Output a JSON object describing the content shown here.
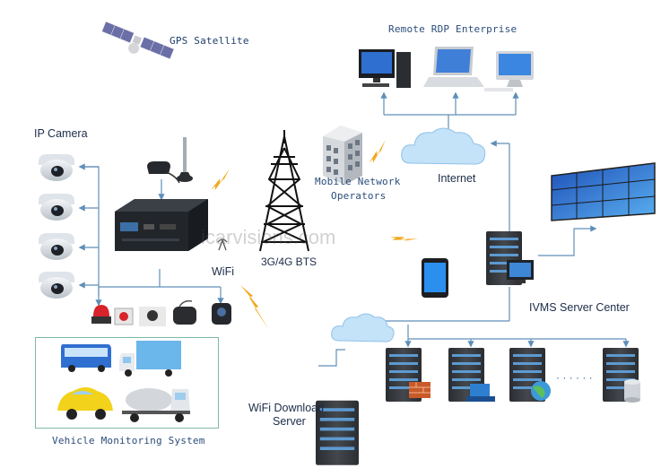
{
  "labels": {
    "gps_satellite": "GPS Satellite",
    "remote_rdp": "Remote RDP Enterprise",
    "ip_camera": "IP Camera",
    "mobile_network_1": "Mobile Network",
    "mobile_network_2": "Operators",
    "internet": "Internet",
    "bts": "3G/4G  BTS",
    "wifi": "WiFi",
    "ivms": "IVMS  Server Center",
    "wifi_download_1": "WiFi Download",
    "wifi_download_2": "Server",
    "vehicle_monitoring": "Vehicle Monitoring System",
    "watermark": "icarvisions.com",
    "ellipsis": "· · · · · ·"
  },
  "colors": {
    "line": "#5f8fb8",
    "lightning": "#f2a81d",
    "cloud": "#bfe0f7",
    "server": "#2f3338",
    "server_light": "#4a90c8",
    "box_border": "#7fb9a4"
  },
  "icons": [
    "gps-satellite-icon",
    "desktop-monitor-icon",
    "laptop-icon",
    "imac-icon",
    "dome-camera-icon",
    "gps-antenna-icon",
    "wifi-antenna-icon",
    "mdvr-unit-icon",
    "cell-tower-icon",
    "building-icon",
    "cloud-icon",
    "video-wall-icon",
    "server-icon",
    "tablet-phone-icon",
    "alarm-light-icon",
    "panic-button-icon",
    "microphone-icon",
    "radio-handset-icon",
    "driver-camera-icon",
    "bus-icon",
    "truck-icon",
    "car-icon",
    "mixer-truck-icon",
    "firewall-icon",
    "database-icon",
    "globe-icon",
    "lightning-icon"
  ]
}
